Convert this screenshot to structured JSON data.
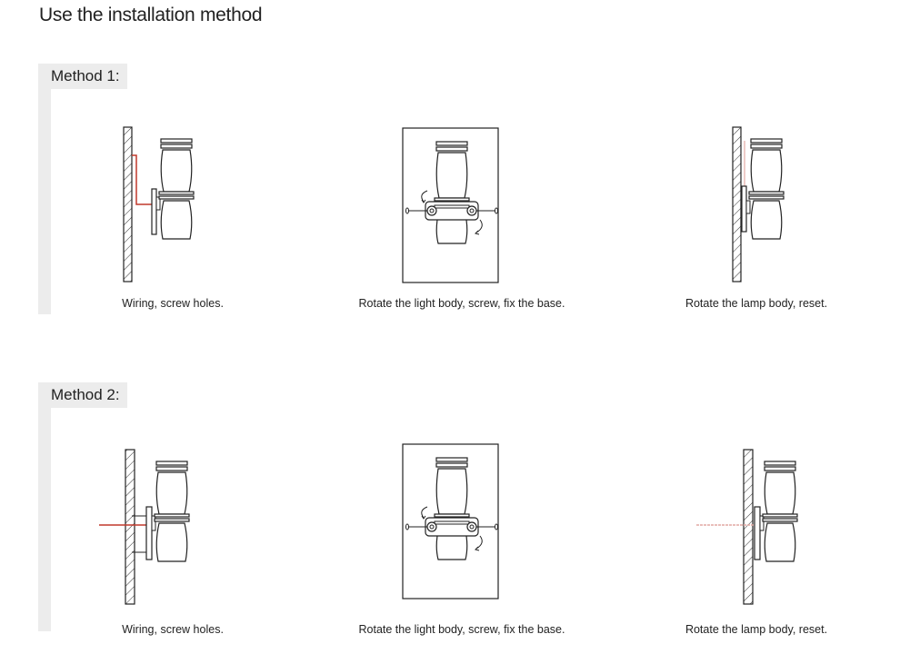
{
  "page": {
    "title": "Use the installation method"
  },
  "methods": [
    {
      "title": "Method 1:",
      "steps": [
        {
          "caption": "Wiring, screw holes."
        },
        {
          "caption": "Rotate the light body, screw, fix the base."
        },
        {
          "caption": "Rotate the lamp body, reset."
        }
      ]
    },
    {
      "title": "Method 2:",
      "steps": [
        {
          "caption": "Wiring, screw holes."
        },
        {
          "caption": "Rotate the light body, screw, fix the base."
        },
        {
          "caption": "Rotate the lamp body, reset."
        }
      ]
    }
  ],
  "colors": {
    "line": "#222222",
    "wire": "#c0392b",
    "wire_faint": "#e2a9a3",
    "panel": "#ececec"
  }
}
